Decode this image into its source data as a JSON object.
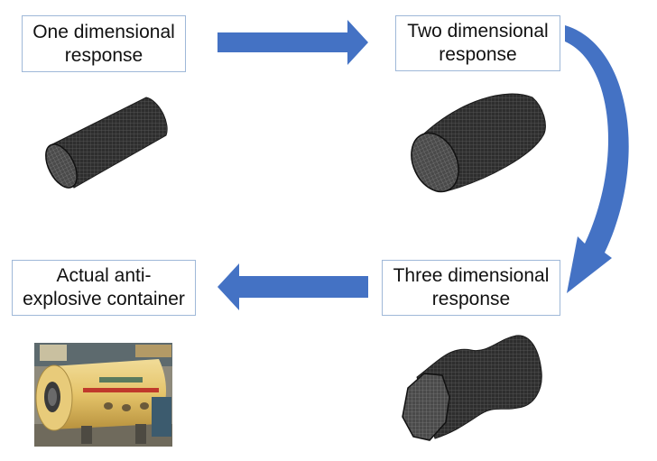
{
  "stages": {
    "one": {
      "line1": "One dimensional",
      "line2": "response"
    },
    "two": {
      "line1": "Two dimensional",
      "line2": "response"
    },
    "three": {
      "line1": "Three dimensional",
      "line2": "response"
    },
    "actual": {
      "line1": "Actual anti-",
      "line2": "explosive container"
    }
  },
  "colors": {
    "arrow": "#4472c4",
    "box_border": "#9fb8d8",
    "mesh_dark": "#2b2b2b",
    "mesh_line": "#6a6a6a",
    "container": "#e8c770"
  },
  "icons": [
    "cylinder-mesh-1d",
    "cylinder-mesh-2d",
    "cylinder-mesh-3d",
    "container-photo"
  ]
}
